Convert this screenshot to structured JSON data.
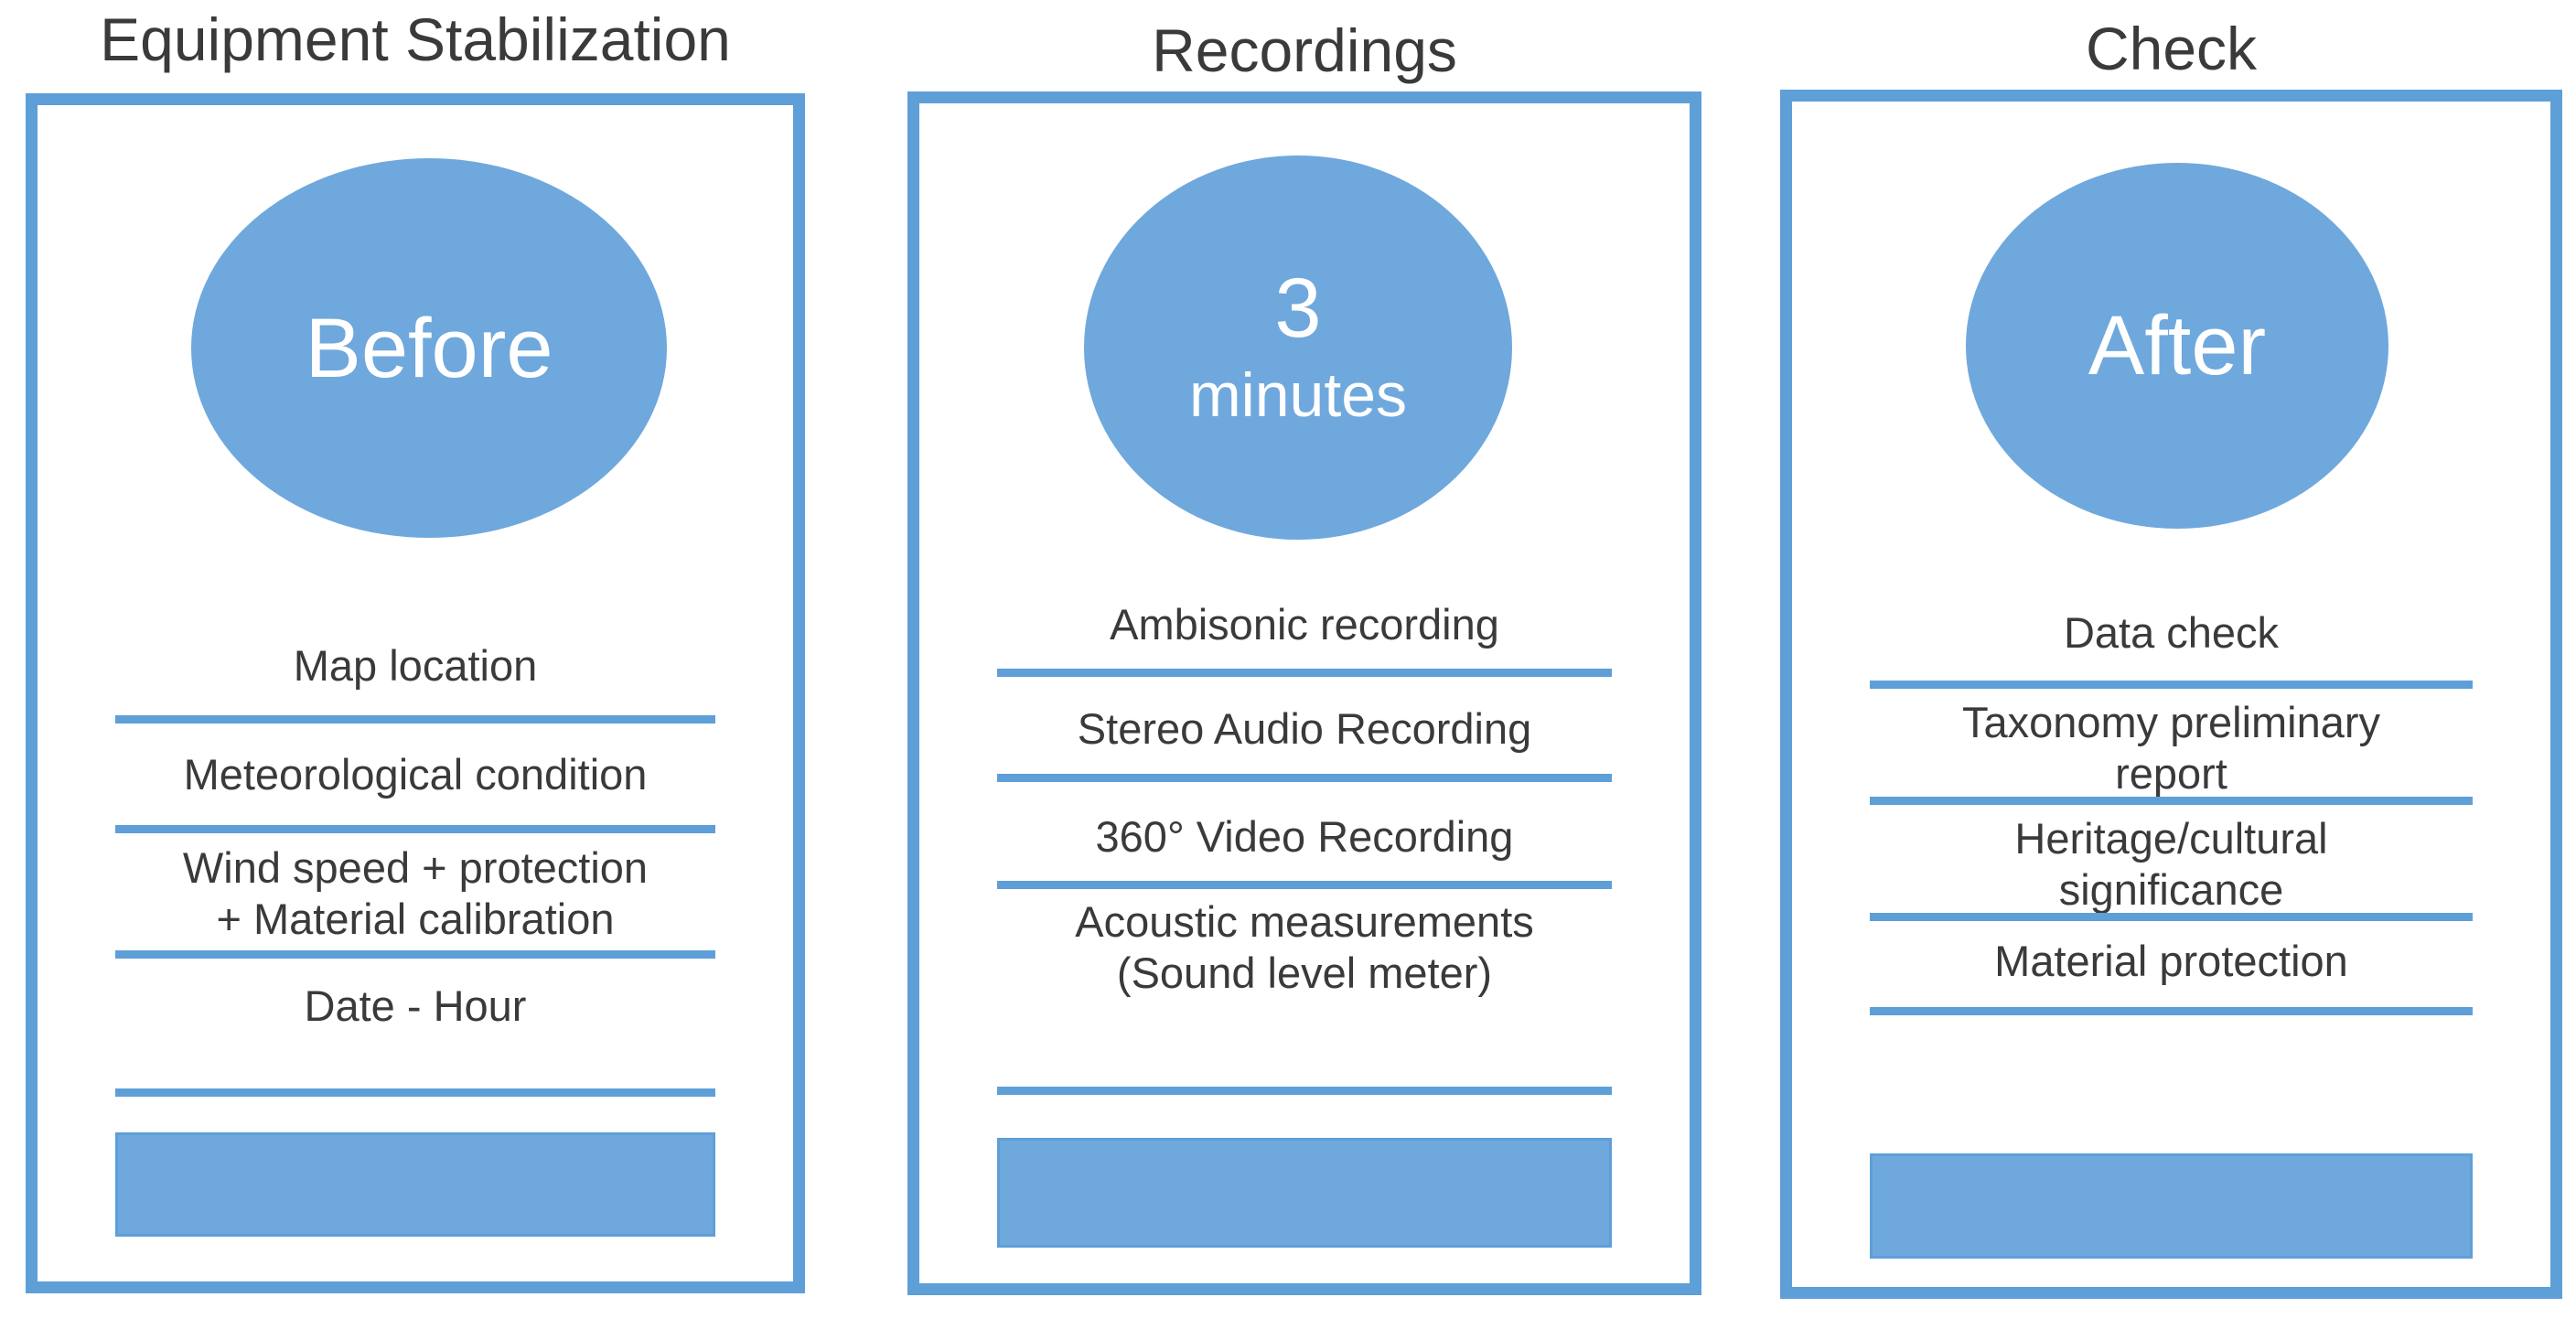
{
  "colors": {
    "blue-fill": "#6fa8dc",
    "blue-line": "#5e9fd8",
    "text-dark": "#3a3a3a",
    "text-white": "#ffffff",
    "page-bg": "#ffffff"
  },
  "columns": [
    {
      "title": "Equipment Stabilization",
      "badge": [
        "Before"
      ],
      "items": [
        [
          "Map location"
        ],
        [
          "Meteorological condition"
        ],
        [
          "Wind speed + protection",
          "+ Material calibration"
        ],
        [
          "Date - Hour"
        ]
      ]
    },
    {
      "title": "Recordings",
      "badge": [
        "3",
        "minutes"
      ],
      "items": [
        [
          "Ambisonic recording"
        ],
        [
          "Stereo Audio Recording"
        ],
        [
          "360° Video Recording"
        ],
        [
          "Acoustic measurements",
          "(Sound level meter)"
        ]
      ]
    },
    {
      "title": "Check",
      "badge": [
        "After"
      ],
      "items": [
        [
          "Data check"
        ],
        [
          "Taxonomy preliminary",
          "report"
        ],
        [
          "Heritage/cultural",
          "significance"
        ],
        [
          "Material protection"
        ]
      ]
    }
  ]
}
